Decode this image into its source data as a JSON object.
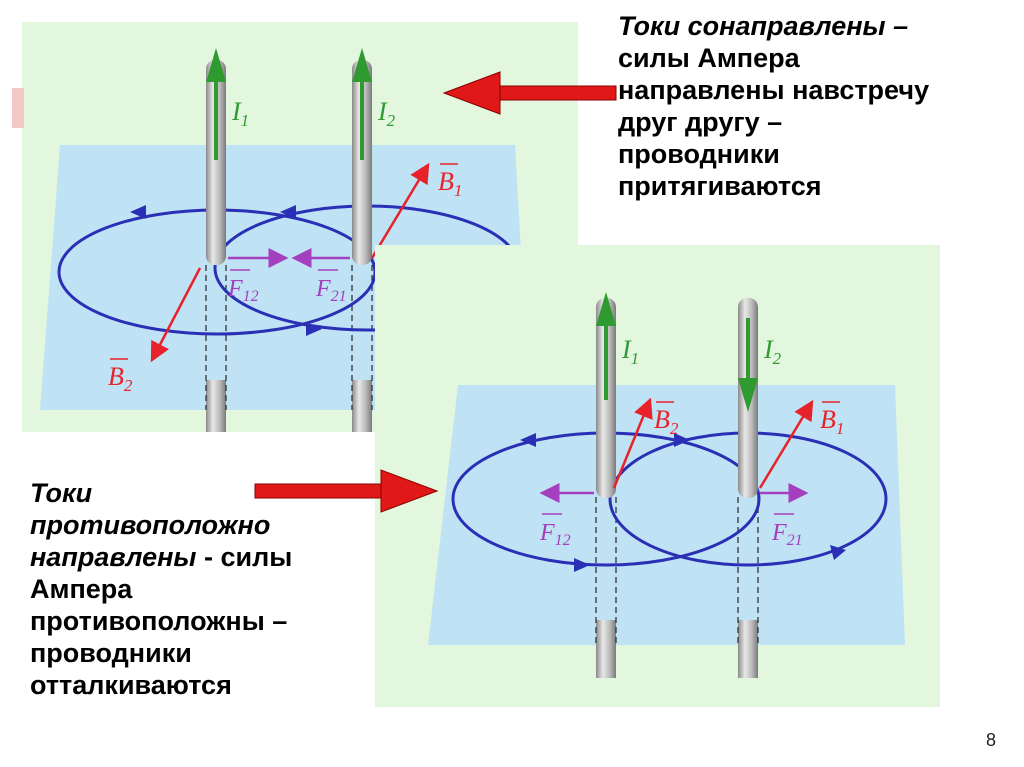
{
  "top_caption": {
    "line1": "Токи сонаправлены –",
    "line2": "силы Ампера",
    "line3": "направлены навстречу",
    "line4": "друг другу –",
    "line5": "проводники",
    "line6": "притягиваются"
  },
  "bottom_caption": {
    "line1": "Токи",
    "line2": "противоположно",
    "line3_italic": "направлены",
    "line3_rest": " - силы",
    "line4": "Ампера",
    "line5": "противоположны –",
    "line6": "проводники",
    "line7": "отталкиваются"
  },
  "diagram_top": {
    "current1": "I",
    "current1_sub": "1",
    "current2": "I",
    "current2_sub": "2",
    "field1": "B",
    "field1_sub": "1",
    "field2": "B",
    "field2_sub": "2",
    "force12": "F",
    "force12_sub": "12",
    "force21": "F",
    "force21_sub": "21"
  },
  "diagram_bottom": {
    "current1": "I",
    "current1_sub": "1",
    "current2": "I",
    "current2_sub": "2",
    "field1": "B",
    "field1_sub": "1",
    "field2": "B",
    "field2_sub": "2",
    "force12": "F",
    "force12_sub": "12",
    "force21": "F",
    "force21_sub": "21"
  },
  "page_number": "8",
  "colors": {
    "panel_bg": "#e2f7de",
    "plane": "#bfe3f5",
    "field_line": "#2a2fb5",
    "b_vector": "#e8222a",
    "force_vector": "#a43fbf",
    "current_arrow": "#2f9a2f",
    "pointer_arrow": "#e01818"
  }
}
